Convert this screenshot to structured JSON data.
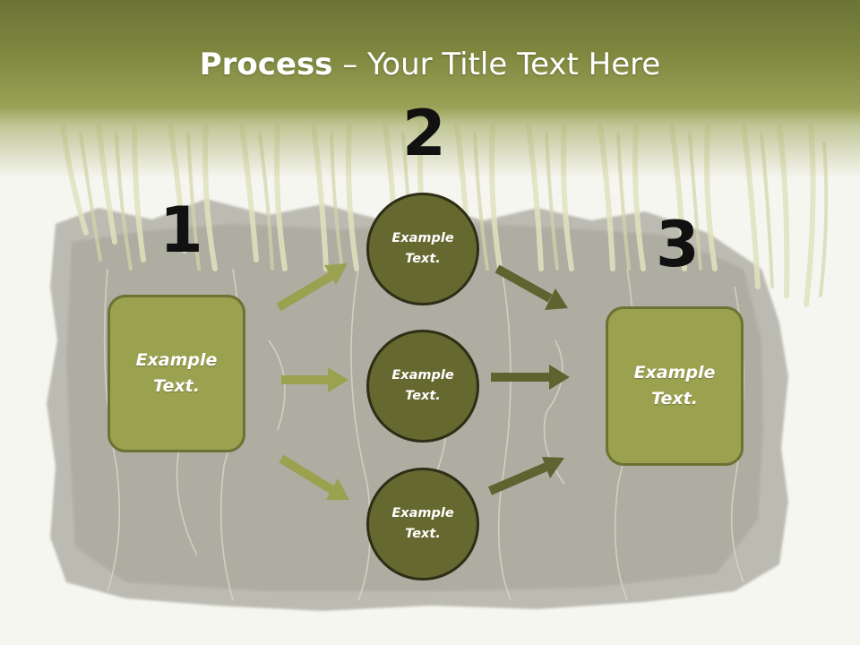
{
  "slide": {
    "title_bold": "Process",
    "title_rest": " – Your Title Text Here"
  },
  "steps": {
    "one": {
      "number": "1",
      "text": "Example Text."
    },
    "two": {
      "number": "2",
      "items": [
        {
          "text": "Example Text."
        },
        {
          "text": "Example Text."
        },
        {
          "text": "Example Text."
        }
      ]
    },
    "three": {
      "number": "3",
      "text": "Example Text."
    }
  },
  "colors": {
    "header": "#7f883f",
    "box_fill": "#9aa14f",
    "circle_fill": "#65682f",
    "arrow_light": "#9aa14f",
    "arrow_dark": "#5f6330"
  },
  "background": {
    "icon": "grass-roots-soil-photo"
  }
}
